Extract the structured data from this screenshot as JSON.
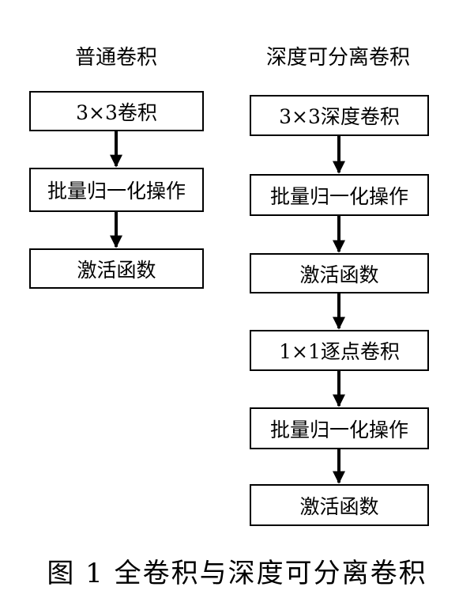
{
  "left_column": {
    "title": "普通卷积",
    "steps": [
      "3×3卷积",
      "批量归一化操作",
      "激活函数"
    ]
  },
  "right_column": {
    "title": "深度可分离卷积",
    "steps": [
      "3×3深度卷积",
      "批量归一化操作",
      "激活函数",
      "1×1逐点卷积",
      "批量归一化操作",
      "激活函数"
    ]
  },
  "caption": "图 1  全卷积与深度可分离卷积"
}
